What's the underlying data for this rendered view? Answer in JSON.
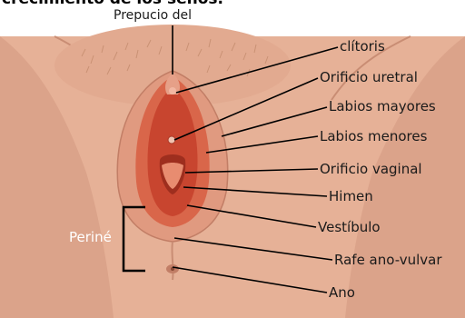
{
  "caption_fragment": "crecimiento de los senos.",
  "title": "Prepucio del",
  "labels": {
    "clitoris": "clítoris",
    "urethral_orifice": "Orificio uretral",
    "labia_majora": "Labios mayores",
    "labia_minora": "Labios menores",
    "vaginal_orifice": "Orificio vaginal",
    "hymen": "Himen",
    "vestibule": "Vestíbulo",
    "raphe": "Rafe ano-vulvar",
    "anus": "Ano",
    "perineum": "Periné"
  },
  "colors": {
    "skin": "#e8b398",
    "skin_shadow": "#d49a80",
    "mucosa": "#d9664a",
    "mucosa_deep": "#b53a26",
    "line": "#000000"
  }
}
